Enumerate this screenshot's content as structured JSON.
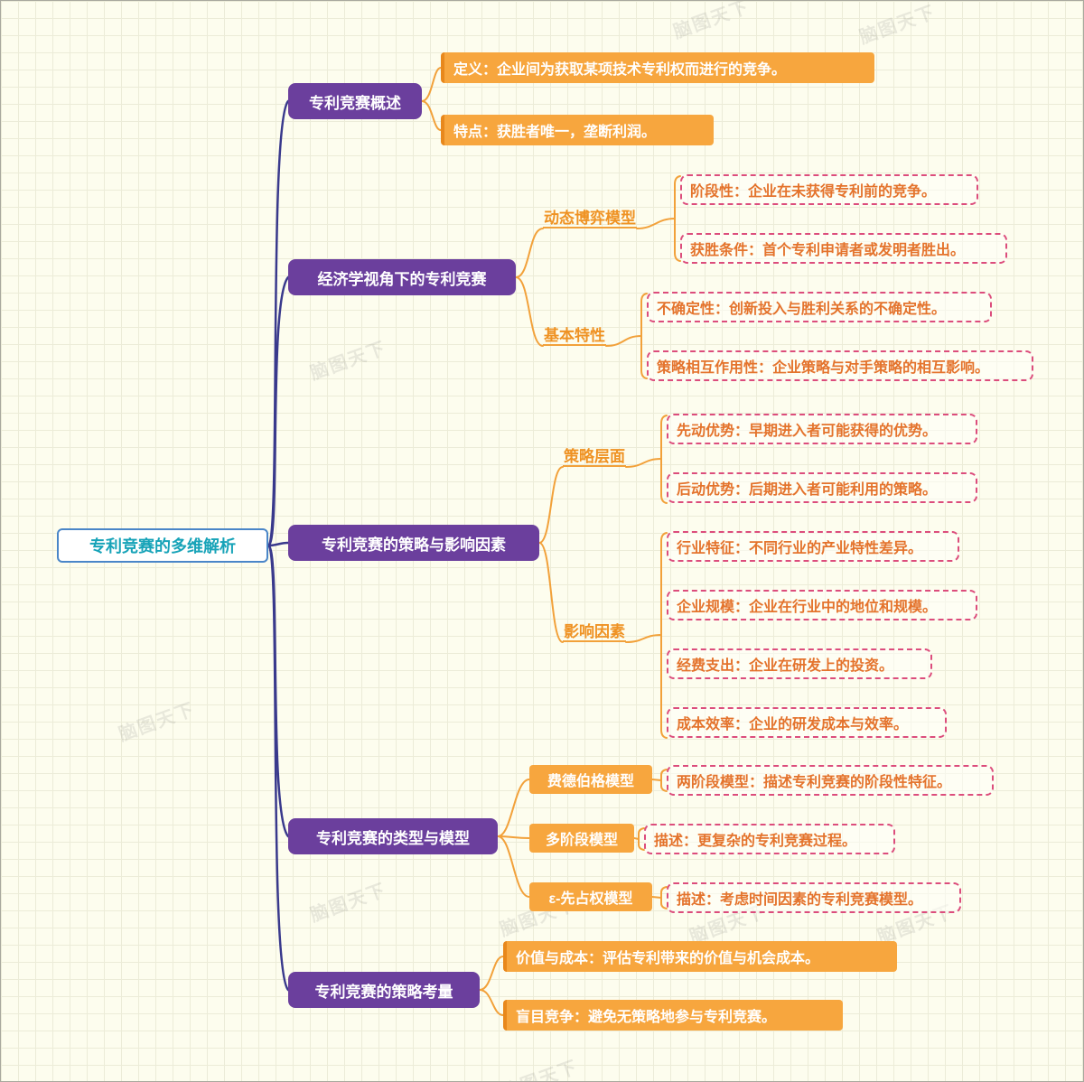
{
  "colors": {
    "background": "#fdfdee",
    "branch_fill": "#6b3f9d",
    "branch_text": "#ffffff",
    "orange_fill": "#f7a63e",
    "orange_accent": "#e8881c",
    "orange_label_text": "#ef9223",
    "dashed_border": "#dc4d7c",
    "dashed_text": "#e4732c",
    "spine": "#39398c",
    "root_border": "#4a86c8",
    "root_text": "#17a3b8"
  },
  "watermark": {
    "text": "脑图天下"
  },
  "root": {
    "label": "专利竞赛的多维解析"
  },
  "branches": [
    {
      "label": "专利竞赛概述",
      "leaves": [
        {
          "label": "定义：企业间为获取某项技术专利权而进行的竞争。"
        },
        {
          "label": "特点：获胜者唯一，垄断利润。"
        }
      ]
    },
    {
      "label": "经济学视角下的专利竞赛",
      "subs": [
        {
          "label": "动态博弈模型",
          "leaves": [
            {
              "label": "阶段性：企业在未获得专利前的竞争。"
            },
            {
              "label": "获胜条件：首个专利申请者或发明者胜出。"
            }
          ]
        },
        {
          "label": "基本特性",
          "leaves": [
            {
              "label": "不确定性：创新投入与胜利关系的不确定性。"
            },
            {
              "label": "策略相互作用性：企业策略与对手策略的相互影响。"
            }
          ]
        }
      ]
    },
    {
      "label": "专利竞赛的策略与影响因素",
      "subs": [
        {
          "label": "策略层面",
          "leaves": [
            {
              "label": "先动优势：早期进入者可能获得的优势。"
            },
            {
              "label": "后动优势：后期进入者可能利用的策略。"
            }
          ]
        },
        {
          "label": "影响因素",
          "leaves": [
            {
              "label": "行业特征：不同行业的产业特性差异。"
            },
            {
              "label": "企业规模：企业在行业中的地位和规模。"
            },
            {
              "label": "经费支出：企业在研发上的投资。"
            },
            {
              "label": "成本效率：企业的研发成本与效率。"
            }
          ]
        }
      ]
    },
    {
      "label": "专利竞赛的类型与模型",
      "subs": [
        {
          "label": "费德伯格模型",
          "leaves": [
            {
              "label": "两阶段模型：描述专利竞赛的阶段性特征。"
            }
          ]
        },
        {
          "label": "多阶段模型",
          "leaves": [
            {
              "label": "描述：更复杂的专利竞赛过程。"
            }
          ]
        },
        {
          "label": "ε-先占权模型",
          "leaves": [
            {
              "label": "描述：考虑时间因素的专利竞赛模型。"
            }
          ]
        }
      ]
    },
    {
      "label": "专利竞赛的策略考量",
      "leaves": [
        {
          "label": "价值与成本：评估专利带来的价值与机会成本。"
        },
        {
          "label": "盲目竞争：避免无策略地参与专利竞赛。"
        }
      ]
    }
  ]
}
